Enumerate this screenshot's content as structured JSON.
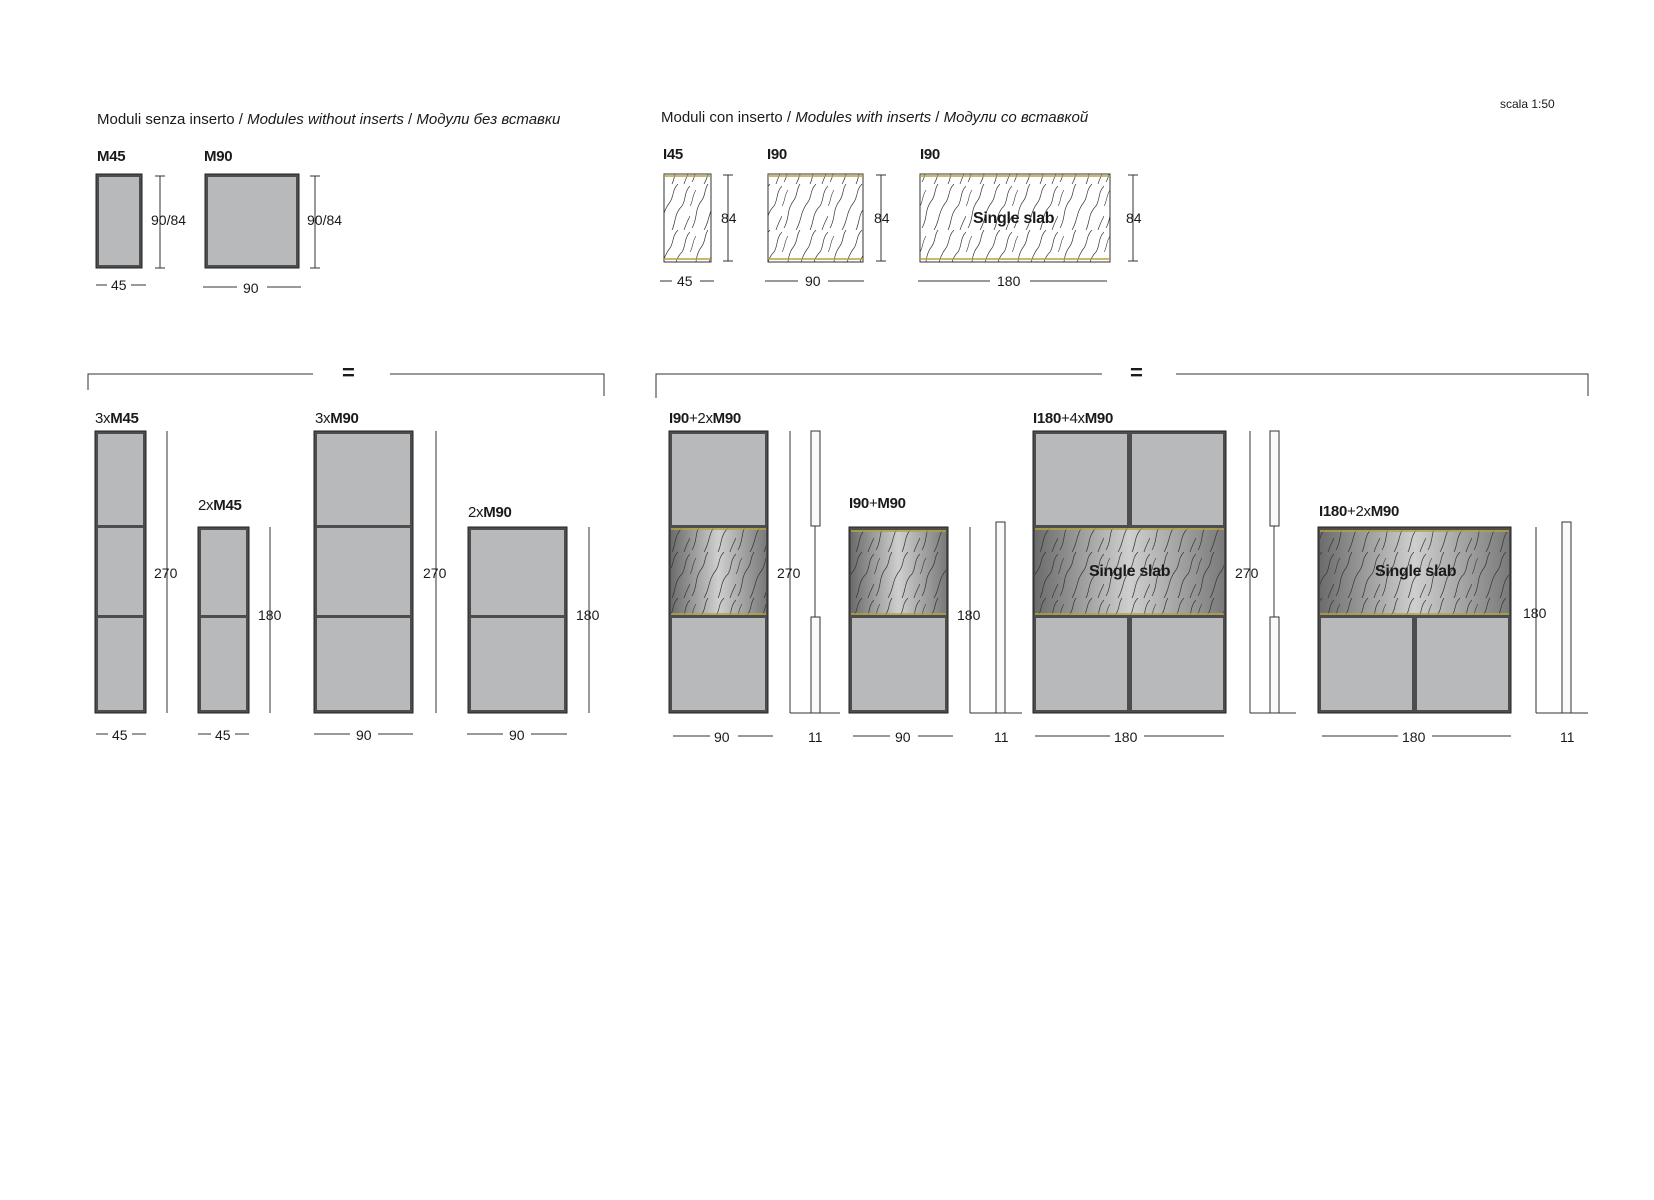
{
  "scale": "scala 1:50",
  "sections": {
    "without": {
      "title_it": "Moduli senza inserto",
      "sep": " / ",
      "title_en": "Modules without inserts",
      "title_ru": "Модули без вставки"
    },
    "with": {
      "title_it": "Moduli con inserto",
      "sep": " / ",
      "title_en": "Modules with inserts",
      "title_ru": "Модули со вставкой"
    }
  },
  "equals": "=",
  "single_slab": "Single slab",
  "modules_without": [
    {
      "code": "M45",
      "width": "45",
      "height": "90/84"
    },
    {
      "code": "M90",
      "width": "90",
      "height": "90/84"
    }
  ],
  "modules_with": [
    {
      "code": "I45",
      "width": "45",
      "height": "84"
    },
    {
      "code": "I90",
      "width": "90",
      "height": "84"
    },
    {
      "code": "I90",
      "width": "180",
      "height": "84"
    }
  ],
  "combos_without": [
    {
      "prefix": "3x",
      "code": "M45",
      "width": "45",
      "height": "270"
    },
    {
      "prefix": "2x",
      "code": "M45",
      "width": "45",
      "height": "180"
    },
    {
      "prefix": "3x",
      "code": "M90",
      "width": "90",
      "height": "270"
    },
    {
      "prefix": "2x",
      "code": "M90",
      "width": "90",
      "height": "180"
    }
  ],
  "combos_with": [
    {
      "code1": "I90",
      "prefix": "+2x",
      "code2": "M90",
      "width": "90",
      "height": "270",
      "depth": "11"
    },
    {
      "code1": "I90",
      "prefix": "+",
      "code2": "M90",
      "width": "90",
      "height": "180",
      "depth": "11"
    },
    {
      "code1": "I180",
      "prefix": "+4x",
      "code2": "M90",
      "width": "180",
      "height": "270"
    },
    {
      "code1": "I180",
      "prefix": "+2x",
      "code2": "M90",
      "width": "180",
      "height": "180",
      "depth": "11"
    }
  ]
}
